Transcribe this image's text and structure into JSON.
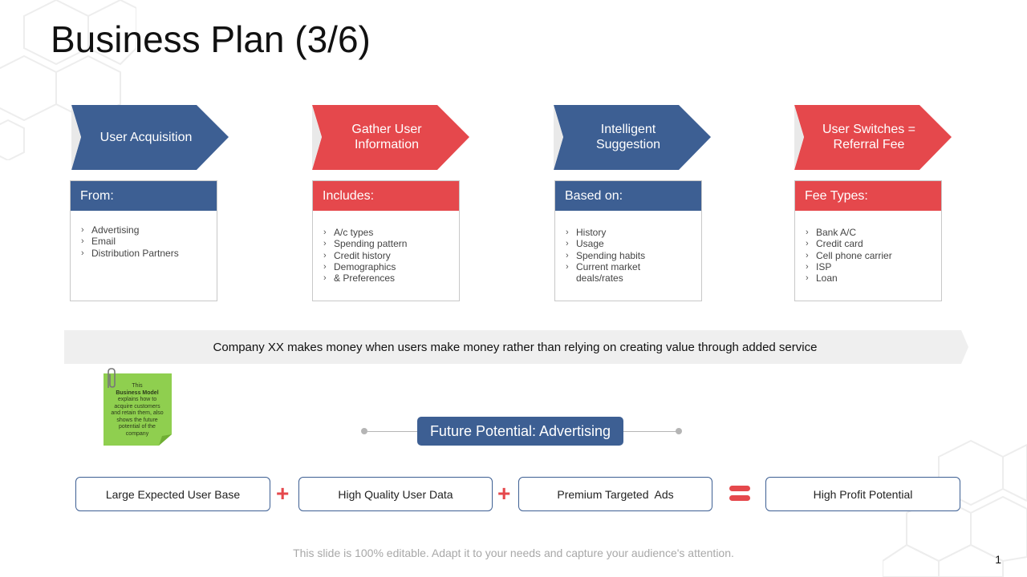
{
  "slide": {
    "title": "Business Plan (3/6)",
    "page_number": "1",
    "footer": "This slide is 100% editable. Adapt it to your needs and capture your audience's attention."
  },
  "colors": {
    "blue": "#3d5f93",
    "red": "#e5484c",
    "note_green": "#8fcf4f",
    "banner_gray": "#efefef"
  },
  "steps": [
    {
      "label": "User Acquisition",
      "color": "blue",
      "card_heading": "From:",
      "items": [
        "Advertising",
        "Email",
        "Distribution Partners"
      ]
    },
    {
      "label": "Gather User Information",
      "color": "red",
      "card_heading": "Includes:",
      "items": [
        "A/c types",
        "Spending pattern",
        "Credit history",
        "Demographics",
        "& Preferences"
      ]
    },
    {
      "label": "Intelligent Suggestion",
      "color": "blue",
      "card_heading": "Based on:",
      "items": [
        "History",
        "Usage",
        "Spending habits",
        "Current market deals/rates"
      ]
    },
    {
      "label": "User Switches = Referral Fee",
      "color": "red",
      "card_heading": "Fee Types:",
      "items": [
        "Bank A/C",
        "Credit card",
        "Cell phone carrier",
        "ISP",
        "Loan"
      ]
    }
  ],
  "banner_text": "Company XX makes money when users make money rather than relying on creating value through added service",
  "sticky_note": {
    "prefix": "This",
    "bold": "Business Model",
    "suffix": "explains how to acquire customers and retain them, also shows the future potential of the company"
  },
  "future_label": "Future Potential: Advertising",
  "equation": {
    "terms": [
      "Large Expected User Base",
      "High Quality User Data",
      "Premium Targeted  Ads"
    ],
    "result": "High Profit Potential"
  },
  "icons": {
    "bullet": "chevron-right-icon",
    "clip": "paperclip-icon"
  }
}
